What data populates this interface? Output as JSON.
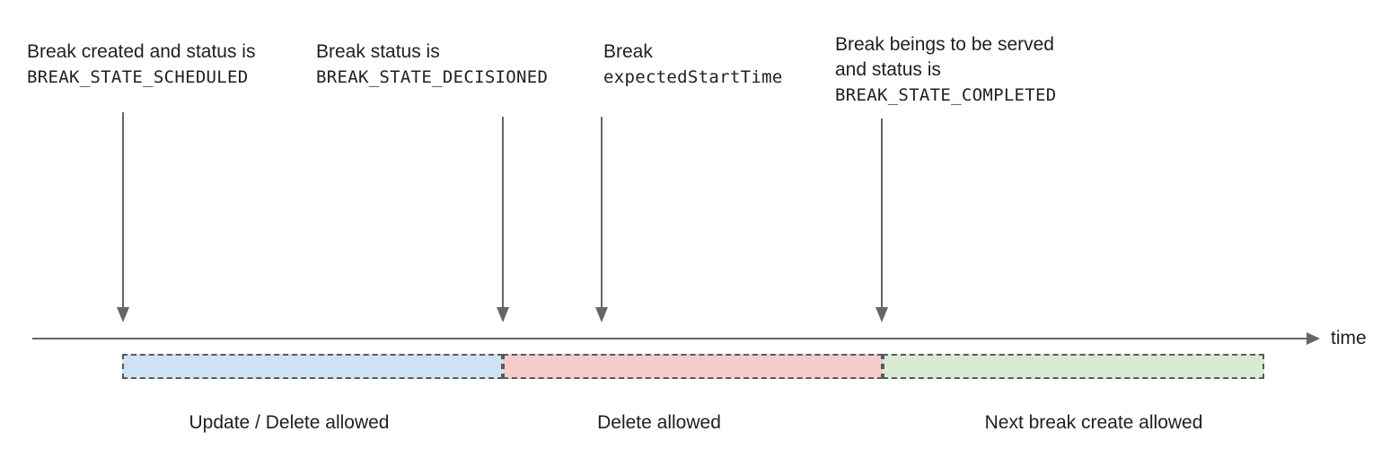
{
  "colors": {
    "background": "#ffffff",
    "text": "#1f1f1f",
    "line_gray": "#666666",
    "segment_border": "#595959",
    "segment_blue": "#cfe2f3",
    "segment_pink": "#f4cccc",
    "segment_green": "#d9ead3"
  },
  "annotations": [
    {
      "line1": "Break created and status is",
      "line2_code": "BREAK_STATE_SCHEDULED"
    },
    {
      "line1": "Break status is",
      "line2_code": "BREAK_STATE_DECISIONED"
    },
    {
      "line1": "Break",
      "line2_code": "expectedStartTime"
    },
    {
      "line1": "Break beings to be served",
      "line2": "and status is",
      "line3_code": "BREAK_STATE_COMPLETED"
    }
  ],
  "timeline": {
    "axis_label": "time"
  },
  "segments": [
    {
      "label": "Update / Delete allowed"
    },
    {
      "label": "Delete allowed"
    },
    {
      "label": "Next break create allowed"
    }
  ]
}
